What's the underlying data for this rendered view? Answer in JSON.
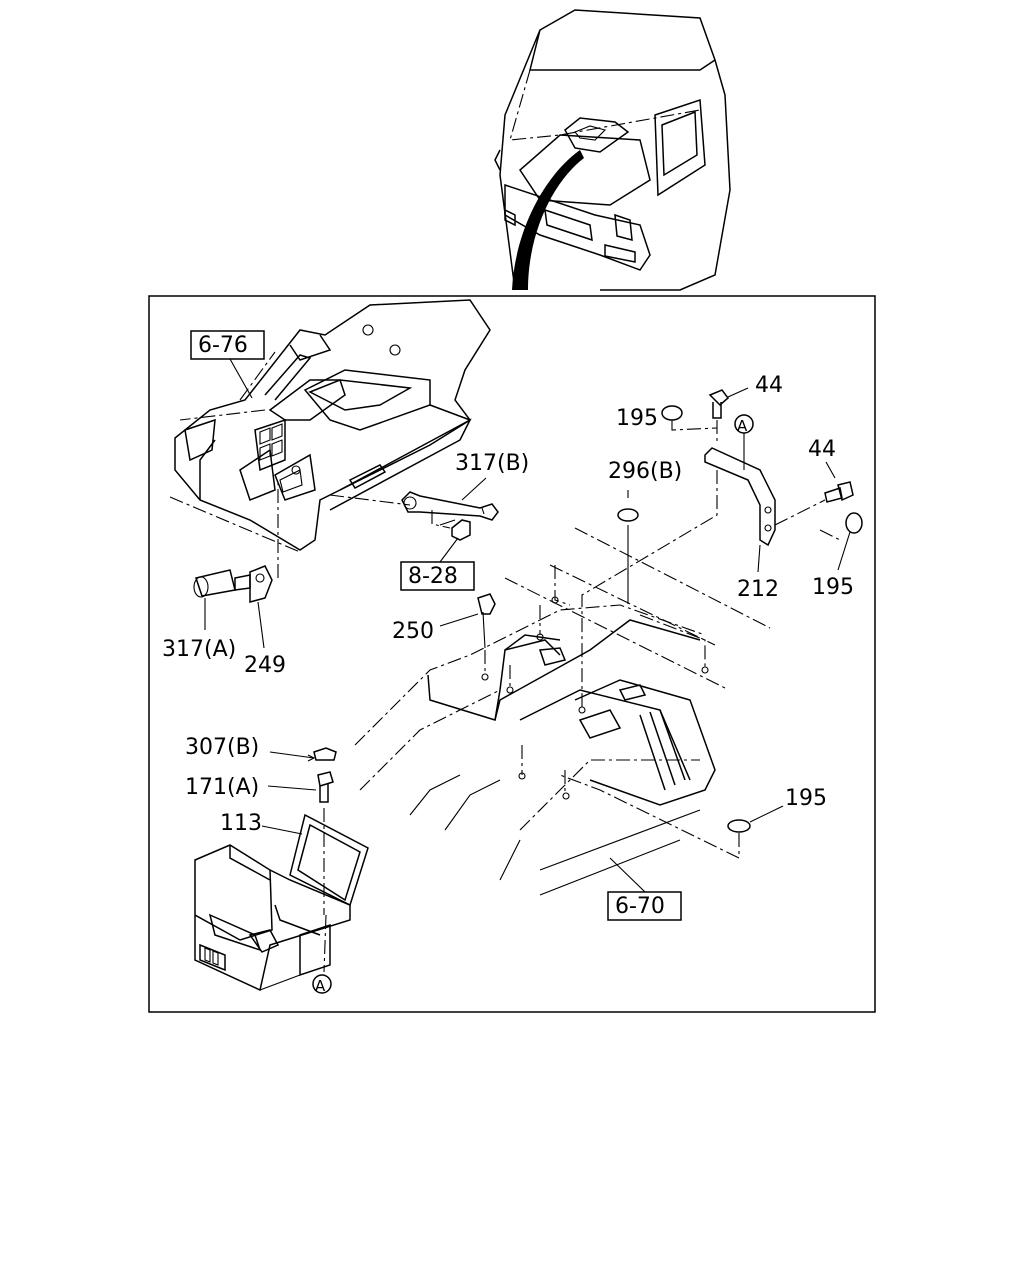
{
  "labels": {
    "box_6_76": "6-76",
    "box_8_28": "8-28",
    "box_6_70": "6-70",
    "p317b": "317(B)",
    "p317a": "317(A)",
    "p249": "249",
    "p250": "250",
    "p296b": "296(B)",
    "p195_top": "195",
    "p44_top": "44",
    "p44_right": "44",
    "p212": "212",
    "p195_right": "195",
    "p195_bottom": "195",
    "p307b": "307(B)",
    "p171a": "171(A)",
    "p113": "113",
    "callout_a_top": "A",
    "callout_a_bottom": "A"
  }
}
